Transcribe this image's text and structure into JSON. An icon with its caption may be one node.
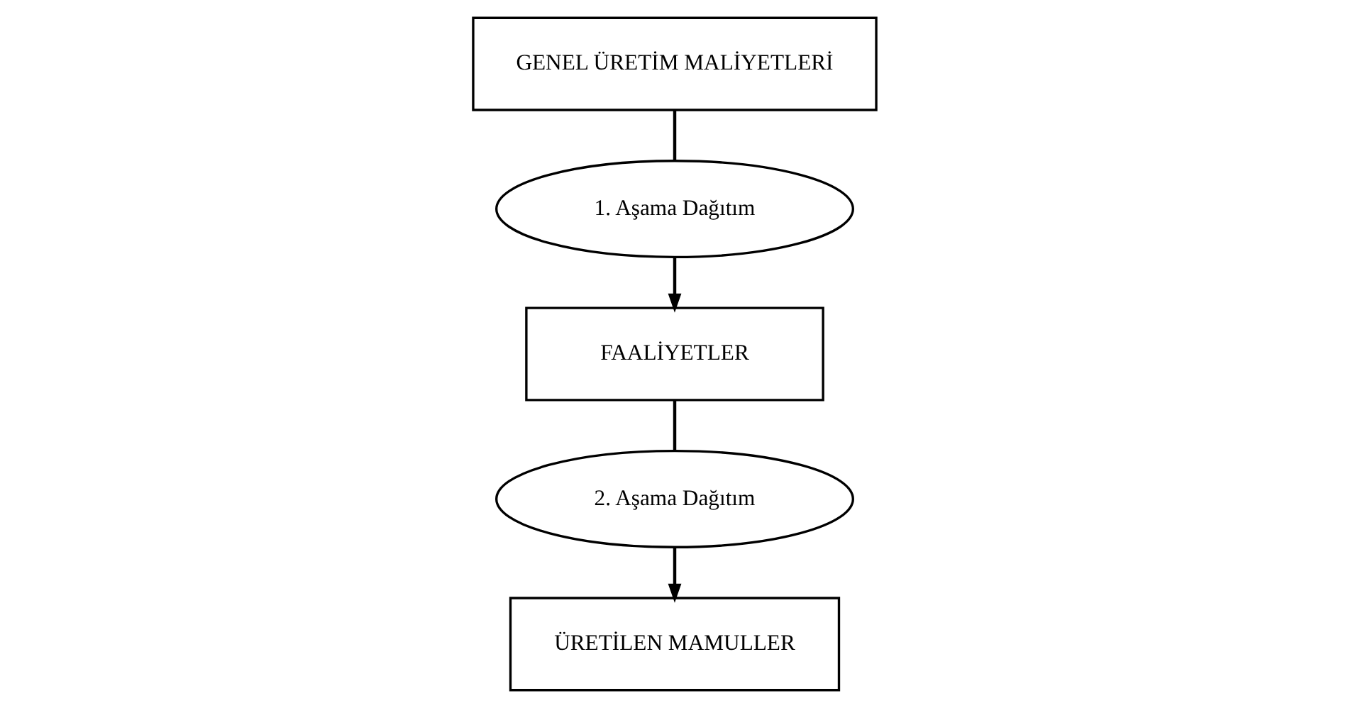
{
  "diagram": {
    "nodes": [
      {
        "text": [
          "GENEL ÜRETİM MALİYETLERİ"
        ]
      },
      {
        "text": [
          "1. Aşama Dağıtım"
        ]
      },
      {
        "text": [
          "FAALİYETLER"
        ]
      },
      {
        "text": [
          "2. Aşama Dağıtım"
        ]
      },
      {
        "text": [
          "ÜRETİLEN MAMULLER"
        ]
      }
    ],
    "edges": [
      {
        "from": 0,
        "to": 1,
        "arrow": "none"
      },
      {
        "from": 1,
        "to": 2,
        "arrow": "to"
      },
      {
        "from": 2,
        "to": 3,
        "arrow": "none"
      },
      {
        "from": 3,
        "to": 4,
        "arrow": "to"
      }
    ]
  }
}
